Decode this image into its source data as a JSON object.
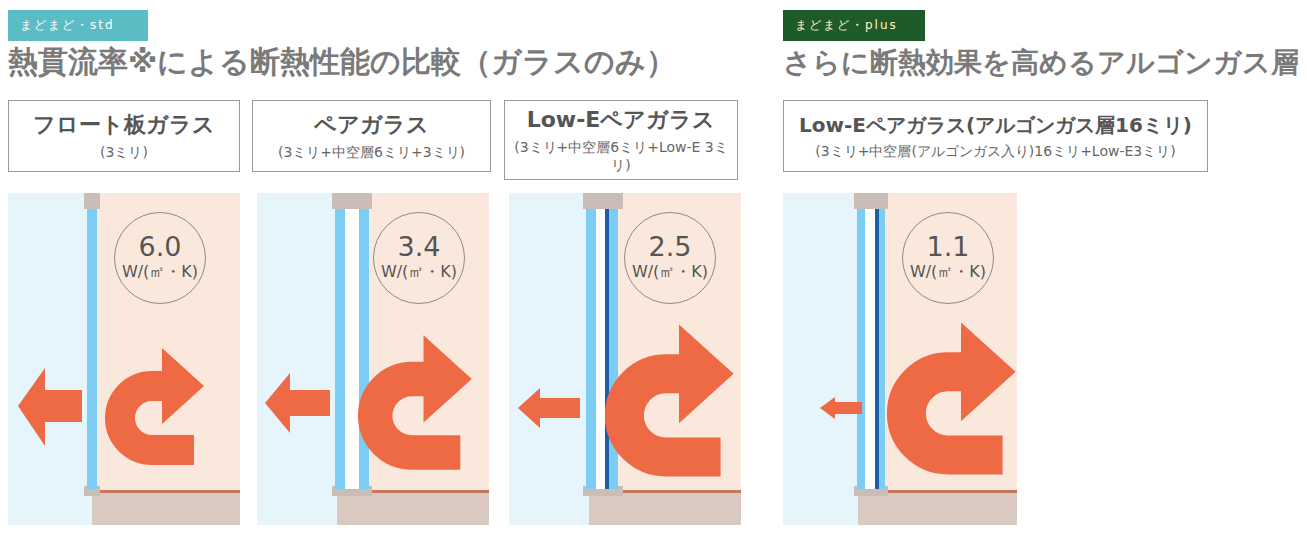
{
  "diagram": {
    "nodes": [
      {
        "text": [
          "まどまど・std"
        ]
      },
      {
        "text": [
          "まどまど・plus"
        ]
      },
      {
        "text": [
          "フロート板ガラス",
          "(3ミリ)"
        ]
      },
      {
        "text": [
          "ペアガラス",
          "(3ミリ+中空層6ミリ+3ミリ)"
        ]
      },
      {
        "text": [
          "Low-Eペアガラス",
          "(3ミリ+中空層6ミリ+Low-E 3ミリ)"
        ]
      },
      {
        "text": [
          "Low-Eペアガラス(アルゴンガス層16ミリ)",
          "(3ミリ+中空層(アルゴンガス入り)16ミリ+Low-E3ミリ)"
        ]
      },
      {
        "text": [
          "6.0",
          "W/(㎡・K)"
        ]
      },
      {
        "text": [
          "3.4",
          "W/(㎡・K)"
        ]
      },
      {
        "text": [
          "2.5",
          "W/(㎡・K)"
        ]
      },
      {
        "text": [
          "1.1",
          "W/(㎡・K)"
        ]
      }
    ],
    "labels": [
      "熱貫流率※による断熱性能の比較（ガラスのみ）",
      "さらに断熱効果を高めるアルゴンガス層"
    ]
  }
}
